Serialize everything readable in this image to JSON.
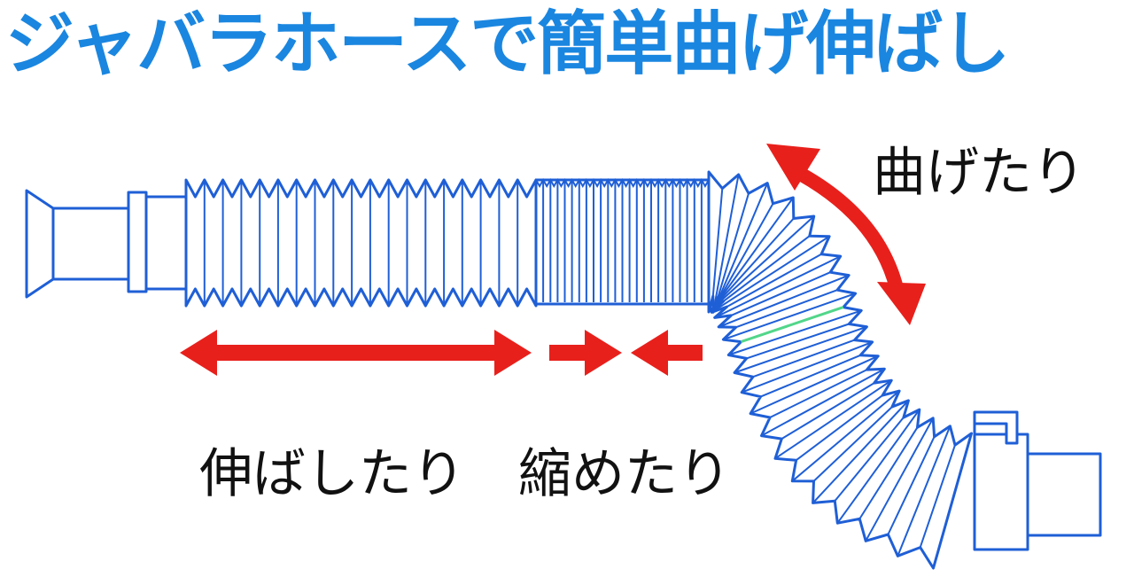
{
  "title": "ジャバラホースで簡単曲げ伸ばし",
  "labels": {
    "bend": "曲げたり",
    "stretch": "伸ばしたり",
    "shrink": "縮めたり"
  },
  "colors": {
    "title": "#1a86e0",
    "hose_outline": "#1f5fd6",
    "hose_fill": "#ffffff",
    "arrow": "#e8201c",
    "seam": "#52d68a",
    "label": "#111111"
  },
  "icons": {
    "bend_arrow": "double-headed-curved-arrow",
    "stretch_arrow": "double-headed-horizontal-arrow",
    "shrink_arrows": "pair-of-inward-arrows"
  }
}
